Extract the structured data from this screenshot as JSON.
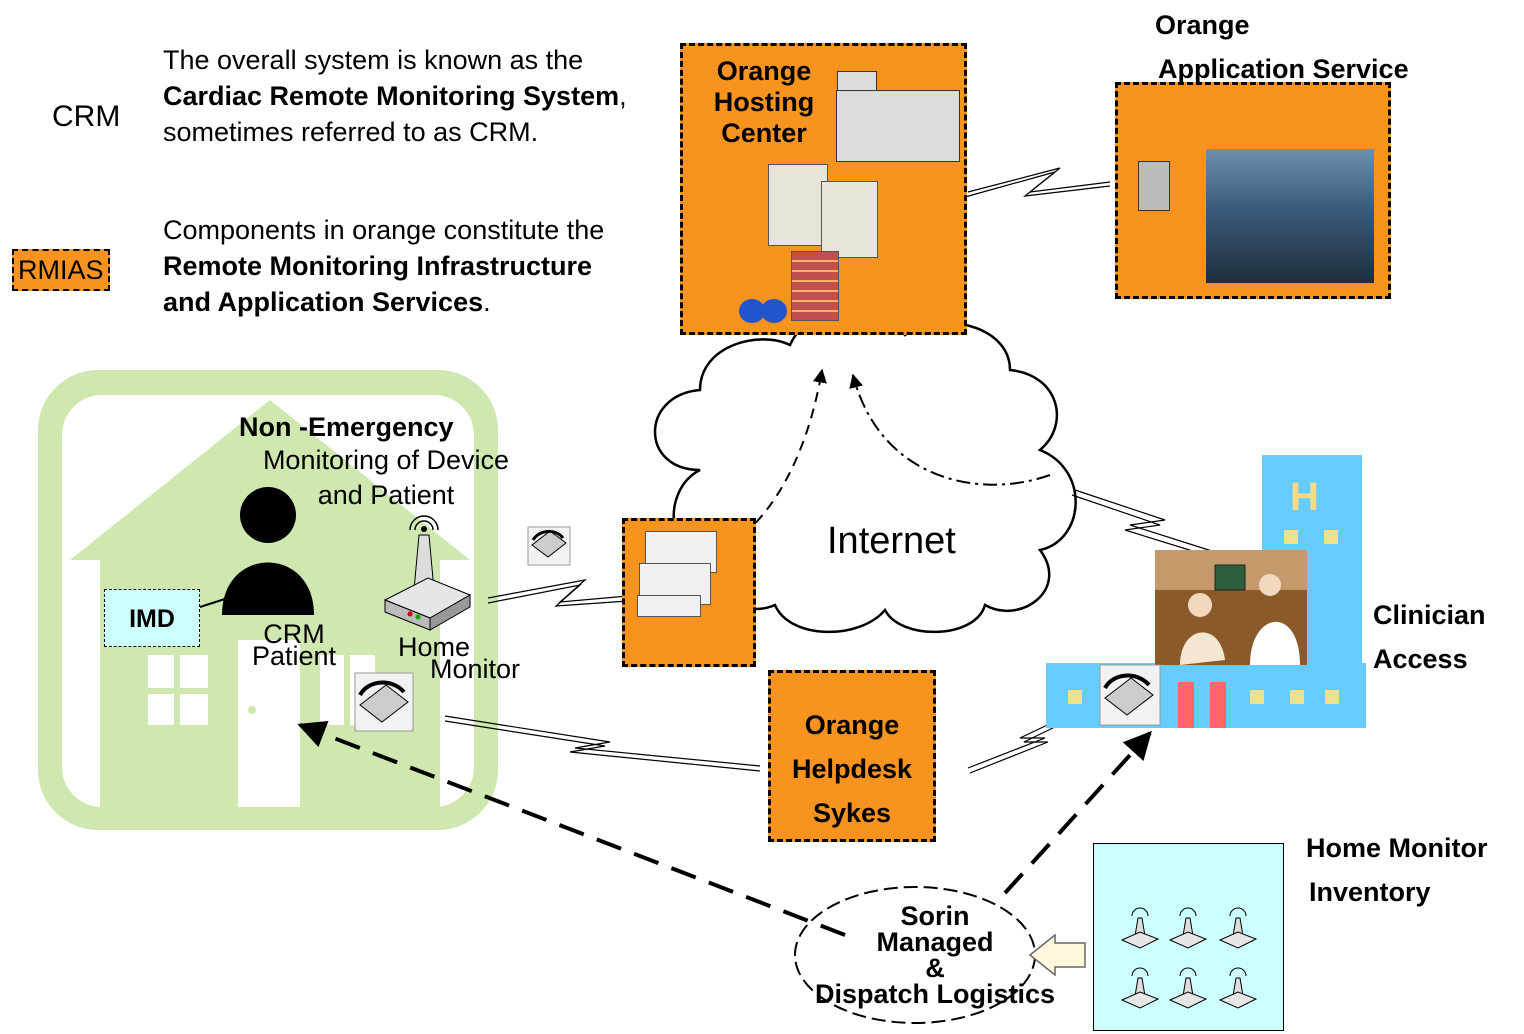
{
  "legend": {
    "crm_label": "CRM",
    "crm_desc": {
      "p1": "The overall system is known as the ",
      "b1": "Cardiac Remote Monitoring System",
      "p2": ", sometimes referred to as CRM."
    },
    "rmias_label": "RMIAS",
    "rmias_desc": {
      "p1": "Components in orange constitute the ",
      "b1": "Remote Monitoring Infrastructure and Application Services",
      "p2": "."
    }
  },
  "hosting_center": {
    "line1": "Orange",
    "line2": "Hosting",
    "line3": "Center"
  },
  "app_service": {
    "line1": "Orange",
    "line2": "Application Service"
  },
  "internet": "Internet",
  "home": {
    "title": "Non -Emergency",
    "sub1": "Monitoring of Device",
    "sub2": "and Patient",
    "imd": "IMD",
    "patient_l1": "CRM",
    "patient_l2": "Patient",
    "monitor_l1": "Home",
    "monitor_l2": "Monitor"
  },
  "helpdesk": {
    "line1": "Orange",
    "line2": "Helpdesk",
    "line3": "Sykes"
  },
  "clinician": {
    "line1": "Clinician",
    "line2": "Access"
  },
  "inventory": {
    "line1": "Home Monitor",
    "line2": "Inventory"
  },
  "logistics": {
    "line1": "Sorin",
    "line2": "Managed",
    "line3": "&",
    "line4": "Dispatch Logistics"
  },
  "colors": {
    "orange": "#f7931e",
    "house_green": "#cfe8b0",
    "hospital_blue": "#66ccff",
    "inventory_bg": "#ccffff",
    "imd_bg": "#ccffff"
  }
}
